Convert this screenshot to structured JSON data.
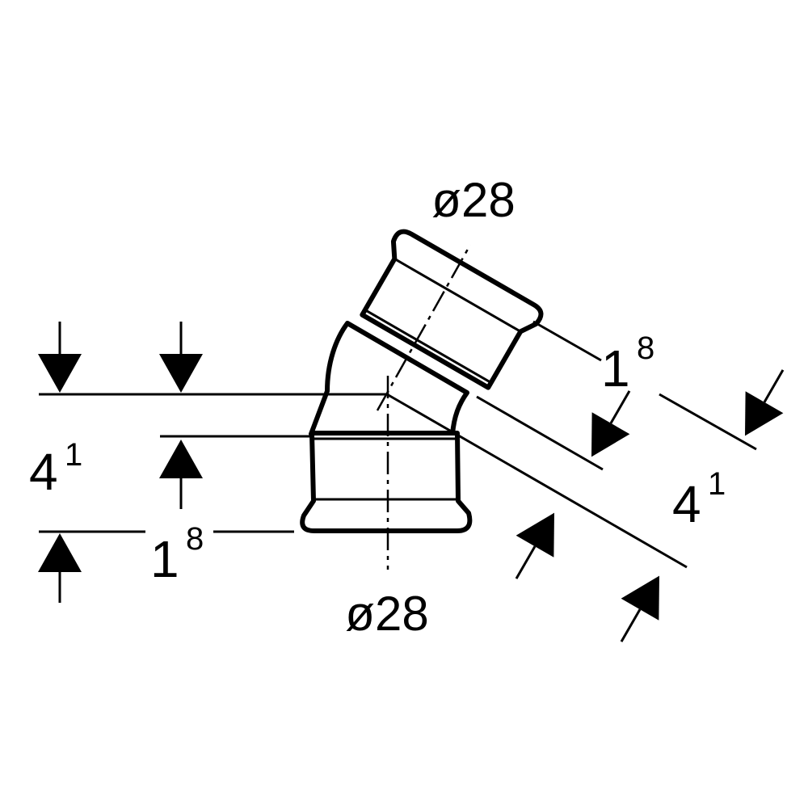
{
  "dimensions": {
    "top_diameter": "ø28",
    "bottom_diameter": "ø28",
    "left_height_base": "4",
    "left_height_exp": "1",
    "bottom_insertion_base": "1",
    "bottom_insertion_exp": "8",
    "right_insertion_base": "1",
    "right_insertion_exp": "8",
    "right_length_base": "4",
    "right_length_exp": "1"
  }
}
